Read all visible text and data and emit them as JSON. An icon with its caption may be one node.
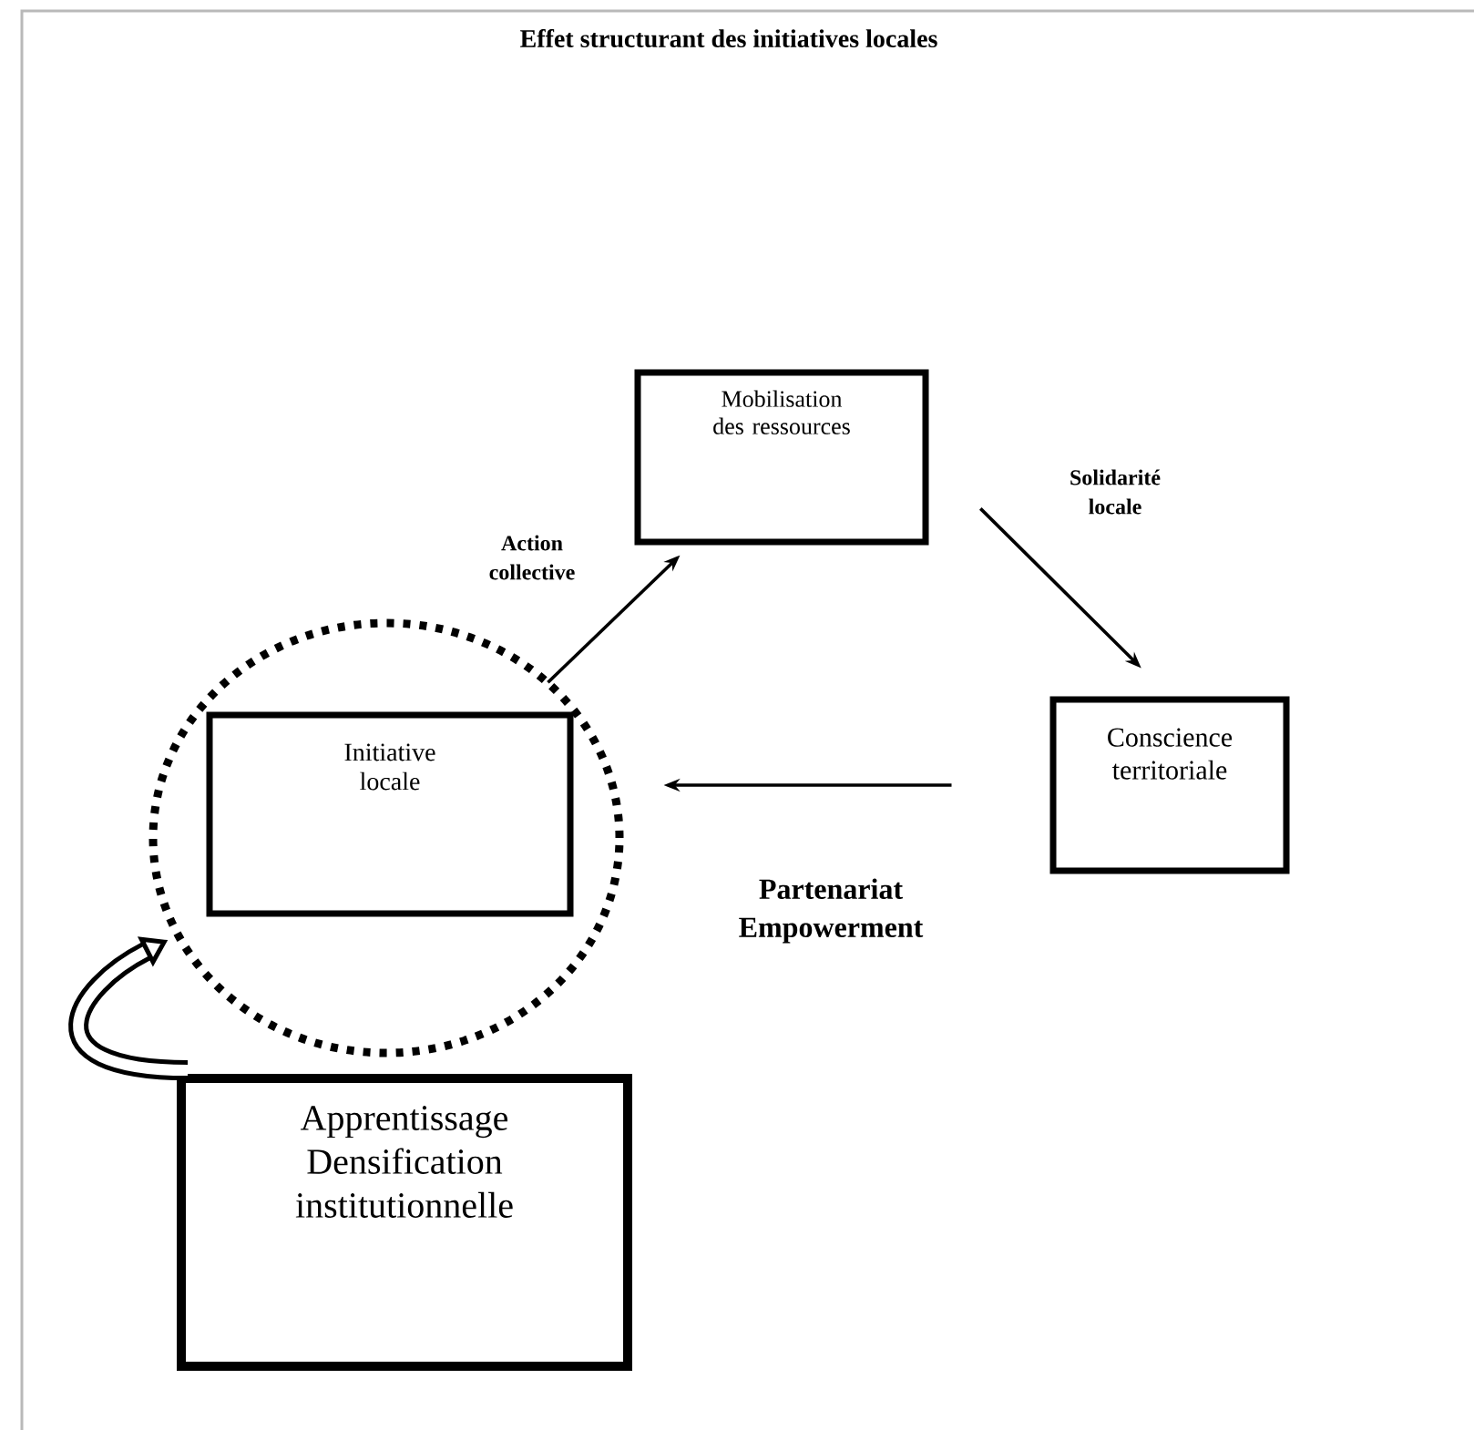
{
  "diagram": {
    "title": "Effet structurant des initiatives locales",
    "nodes": [
      {
        "text": [],
        "shape": "circle"
      },
      {
        "text": [
          "Initiative locale"
        ],
        "in": 0
      },
      {
        "text": [
          "Mobilisation des ressources"
        ]
      },
      {
        "text": [
          "Conscience territoriale"
        ]
      },
      {
        "text": [
          "Apprentissage Densification institutionnelle"
        ]
      }
    ],
    "edges": [
      {
        "from": 0,
        "to": 2,
        "arrow": "to",
        "label": "Action collective"
      },
      {
        "from": 2,
        "to": 3,
        "arrow": "to",
        "label": "Solidarité locale"
      },
      {
        "from": 3,
        "to": 0,
        "arrow": "to",
        "label": "Partenariat Empowerment"
      },
      {
        "from": 4,
        "to": 0,
        "arrow": "to",
        "style": "thick"
      }
    ]
  }
}
